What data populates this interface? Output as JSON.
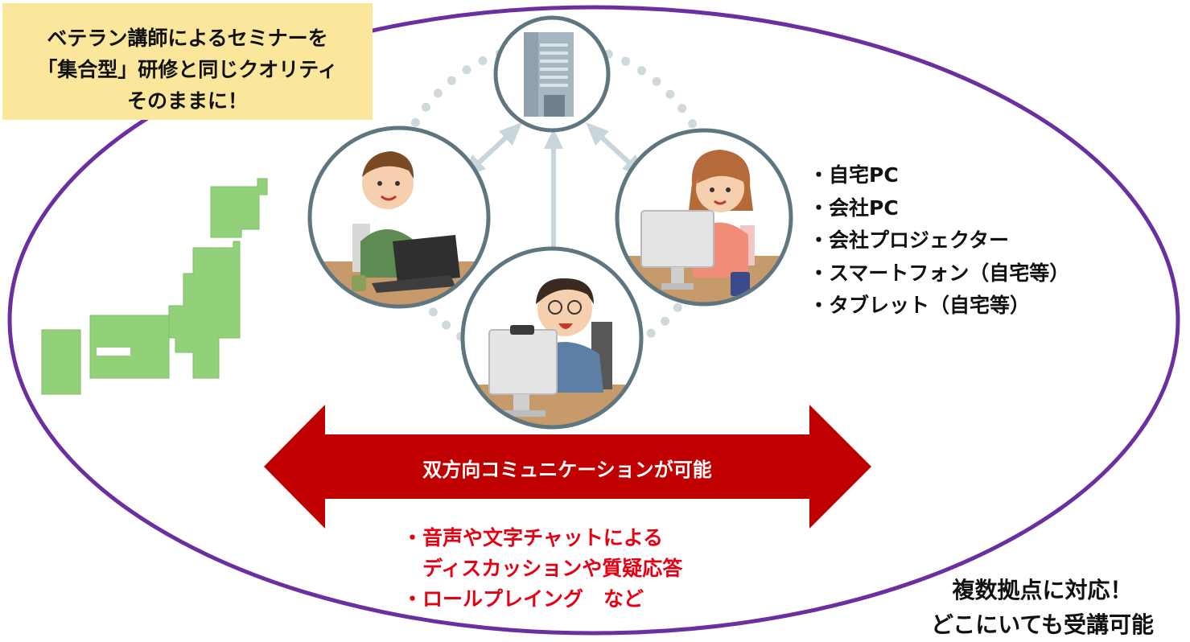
{
  "callout": {
    "lines": [
      "ベテラン講師によるセミナーを",
      "「集合型」研修と同じクオリティ",
      "そのままに！"
    ]
  },
  "devices": [
    "・自宅PC",
    "・会社PC",
    "・会社プロジェクター",
    "・スマートフォン（自宅等）",
    "・タブレット（自宅等）"
  ],
  "arrow_label": "双方向コミュニケーションが可能",
  "features": [
    "・音声や文字チャットによる",
    "　ディスカッションや質疑応答",
    "・ロールプレイング　など"
  ],
  "closing": [
    "複数拠点に対応！",
    "どこにいても受講可能"
  ],
  "icons": {
    "hub": "office-building-icon",
    "left": "man-with-laptop-icon",
    "right": "woman-with-desktop-icon",
    "bottom": "instructor-with-webcam-icon",
    "map": "japan-map-icon"
  },
  "colors": {
    "ellipse": "#6b2fa0",
    "callout": "#fbe79b",
    "arrow": "#c00000",
    "feature_text": "#e60012",
    "map": "#92d17a",
    "circle_border": "#5f7580",
    "dots": "#cfd8dc"
  }
}
